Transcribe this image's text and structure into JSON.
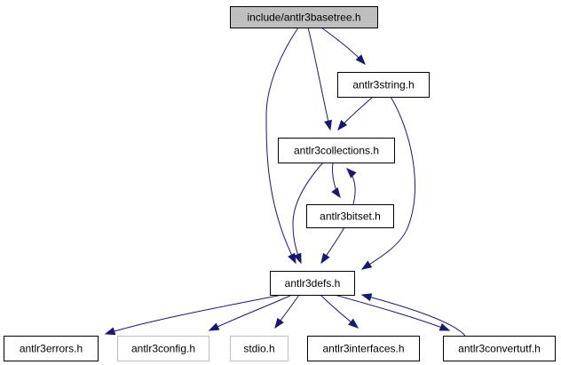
{
  "diagram": {
    "type": "include-dependency-graph",
    "colors": {
      "edge": "#191970",
      "root_fill": "#bfbfbf",
      "node_fill": "#ffffff",
      "node_border": "#000000",
      "external_border": "#bfbfbf",
      "external_text": "#000000"
    },
    "nodes": {
      "basetree": {
        "label": "include/antlr3basetree.h",
        "kind": "root"
      },
      "string": {
        "label": "antlr3string.h",
        "kind": "local"
      },
      "collections": {
        "label": "antlr3collections.h",
        "kind": "local"
      },
      "bitset": {
        "label": "antlr3bitset.h",
        "kind": "local"
      },
      "defs": {
        "label": "antlr3defs.h",
        "kind": "local"
      },
      "errors": {
        "label": "antlr3errors.h",
        "kind": "local"
      },
      "config": {
        "label": "antlr3config.h",
        "kind": "external"
      },
      "stdio": {
        "label": "stdio.h",
        "kind": "external"
      },
      "interfaces": {
        "label": "antlr3interfaces.h",
        "kind": "local"
      },
      "convertutf": {
        "label": "antlr3convertutf.h",
        "kind": "local"
      }
    },
    "edges": [
      {
        "from": "basetree",
        "to": "string"
      },
      {
        "from": "basetree",
        "to": "collections"
      },
      {
        "from": "basetree",
        "to": "defs"
      },
      {
        "from": "string",
        "to": "collections"
      },
      {
        "from": "string",
        "to": "defs"
      },
      {
        "from": "collections",
        "to": "bitset"
      },
      {
        "from": "collections",
        "to": "defs"
      },
      {
        "from": "bitset",
        "to": "collections"
      },
      {
        "from": "bitset",
        "to": "defs"
      },
      {
        "from": "defs",
        "to": "errors"
      },
      {
        "from": "defs",
        "to": "config"
      },
      {
        "from": "defs",
        "to": "stdio"
      },
      {
        "from": "defs",
        "to": "interfaces"
      },
      {
        "from": "defs",
        "to": "convertutf"
      },
      {
        "from": "convertutf",
        "to": "defs"
      }
    ]
  }
}
